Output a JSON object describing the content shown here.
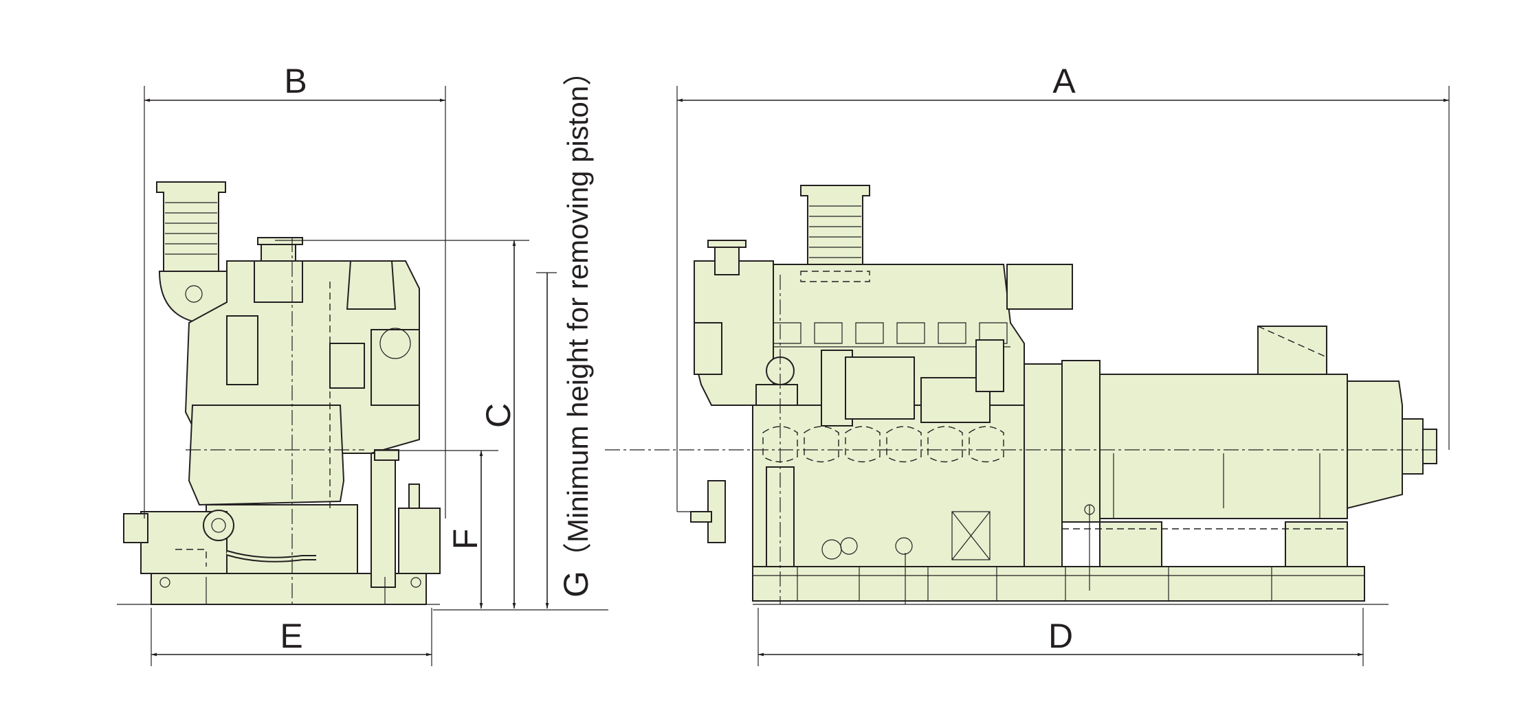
{
  "colors": {
    "body": "#e8f0d0",
    "line": "#231f20",
    "background": "#ffffff"
  },
  "dimensions": {
    "A": "A",
    "B": "B",
    "C": "C",
    "D": "D",
    "E": "E",
    "F": "F",
    "G": "G",
    "G_note": "（Minimum height for removing piston）"
  }
}
